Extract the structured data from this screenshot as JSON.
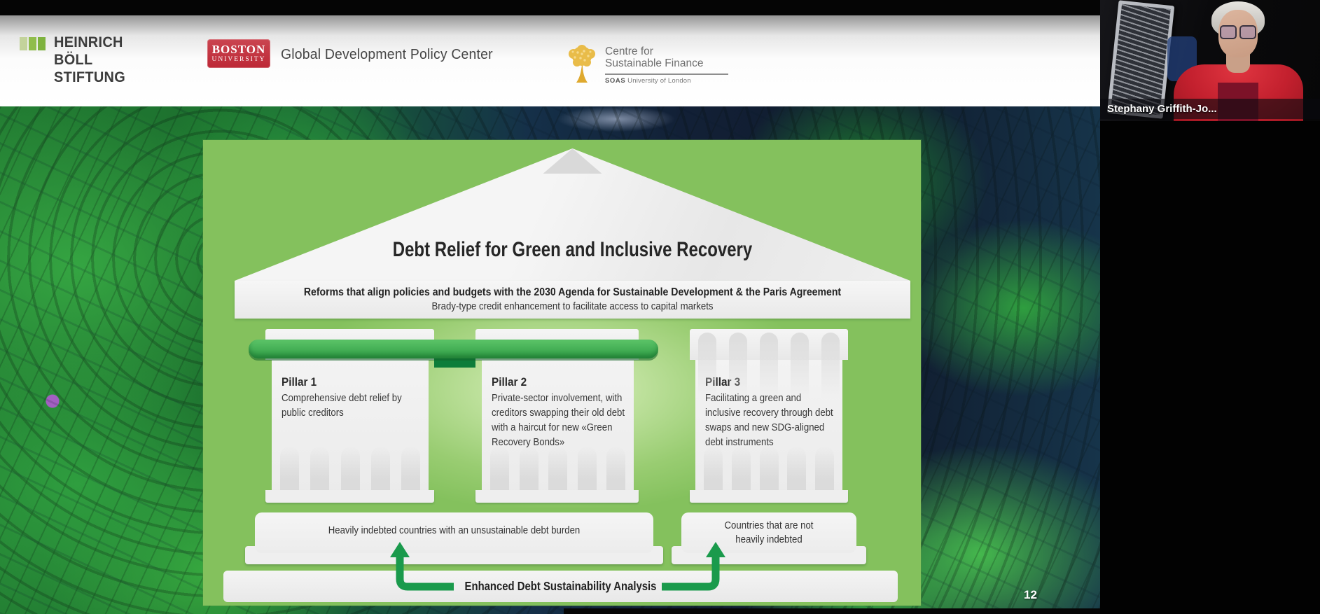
{
  "header": {
    "hbs": {
      "line1": "HEINRICH",
      "line2": "BÖLL",
      "line3": "STIFTUNG"
    },
    "bu": {
      "shield_line1": "BOSTON",
      "shield_line2": "UNIVERSITY",
      "center_name": "Global Development Policy Center"
    },
    "csf": {
      "line1": "Centre for",
      "line2": "Sustainable Finance",
      "sub_bold": "SOAS",
      "sub_rest": "University of London"
    }
  },
  "webcam": {
    "participant_name": "Stephany Griffith-Jo..."
  },
  "slide": {
    "title": "Debt Relief for Green and Inclusive Recovery",
    "band_line1": "Reforms that align policies and budgets with the 2030 Agenda for Sustainable Development & the Paris Agreement",
    "band_line2": "Brady-type credit enhancement to facilitate access to capital markets",
    "pillars": [
      {
        "heading": "Pillar 1",
        "text": "Comprehensive debt relief by public creditors"
      },
      {
        "heading": "Pillar 2",
        "text": "Private-sector involvement, with creditors swapping their old debt with a haircut for new «Green Recovery Bonds»"
      },
      {
        "heading": "Pillar 3",
        "text": "Facilitating a green and inclusive recovery through debt swaps and new SDG-aligned debt instruments"
      }
    ],
    "foundation_left": "Heavily indebted countries with an unsustainable debt burden",
    "foundation_right": "Countries that are not heavily indebted",
    "bottom_bar_label": "Enhanced Debt Sustainability Analysis",
    "page_number": "12"
  },
  "colors": {
    "slide_green": "#84c15d",
    "bracket_green": "#3fae52",
    "connector_green": "#0d7d3a",
    "arrow_green": "#1a9a4c",
    "bu_red": "#bd2836",
    "hbs_green": "#90bd4b",
    "tree_gold": "#e9bc49",
    "header_text_gray": "#454545"
  }
}
